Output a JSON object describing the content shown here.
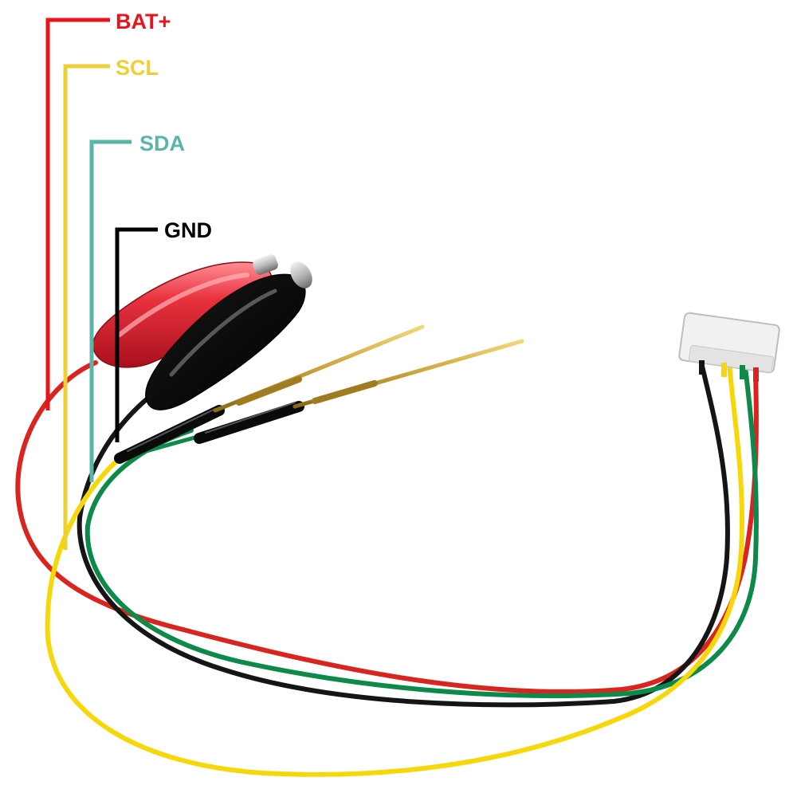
{
  "labels": {
    "bat_plus": "BAT+",
    "scl": "SCL",
    "sda": "SDA",
    "gnd": "GND"
  },
  "colors": {
    "bat_plus": "#e8141c",
    "scl": "#ecd034",
    "sda": "#5ab4a8",
    "gnd": "#000000",
    "wire_red": "#d8251f",
    "wire_yellow": "#f6d80a",
    "wire_green": "#0d8a4a",
    "wire_black": "#151515",
    "clip_red": "#e8323e",
    "clip_black": "#0d0d0d",
    "probe_gold": "#c9a23c",
    "connector": "#f1f1f1"
  },
  "icons": {
    "red_clip": "red-alligator-clip-icon",
    "black_clip": "black-alligator-clip-icon",
    "probe_1": "test-probe-pin-icon",
    "probe_2": "test-probe-pin-icon",
    "connector": "four-pin-connector-icon"
  }
}
